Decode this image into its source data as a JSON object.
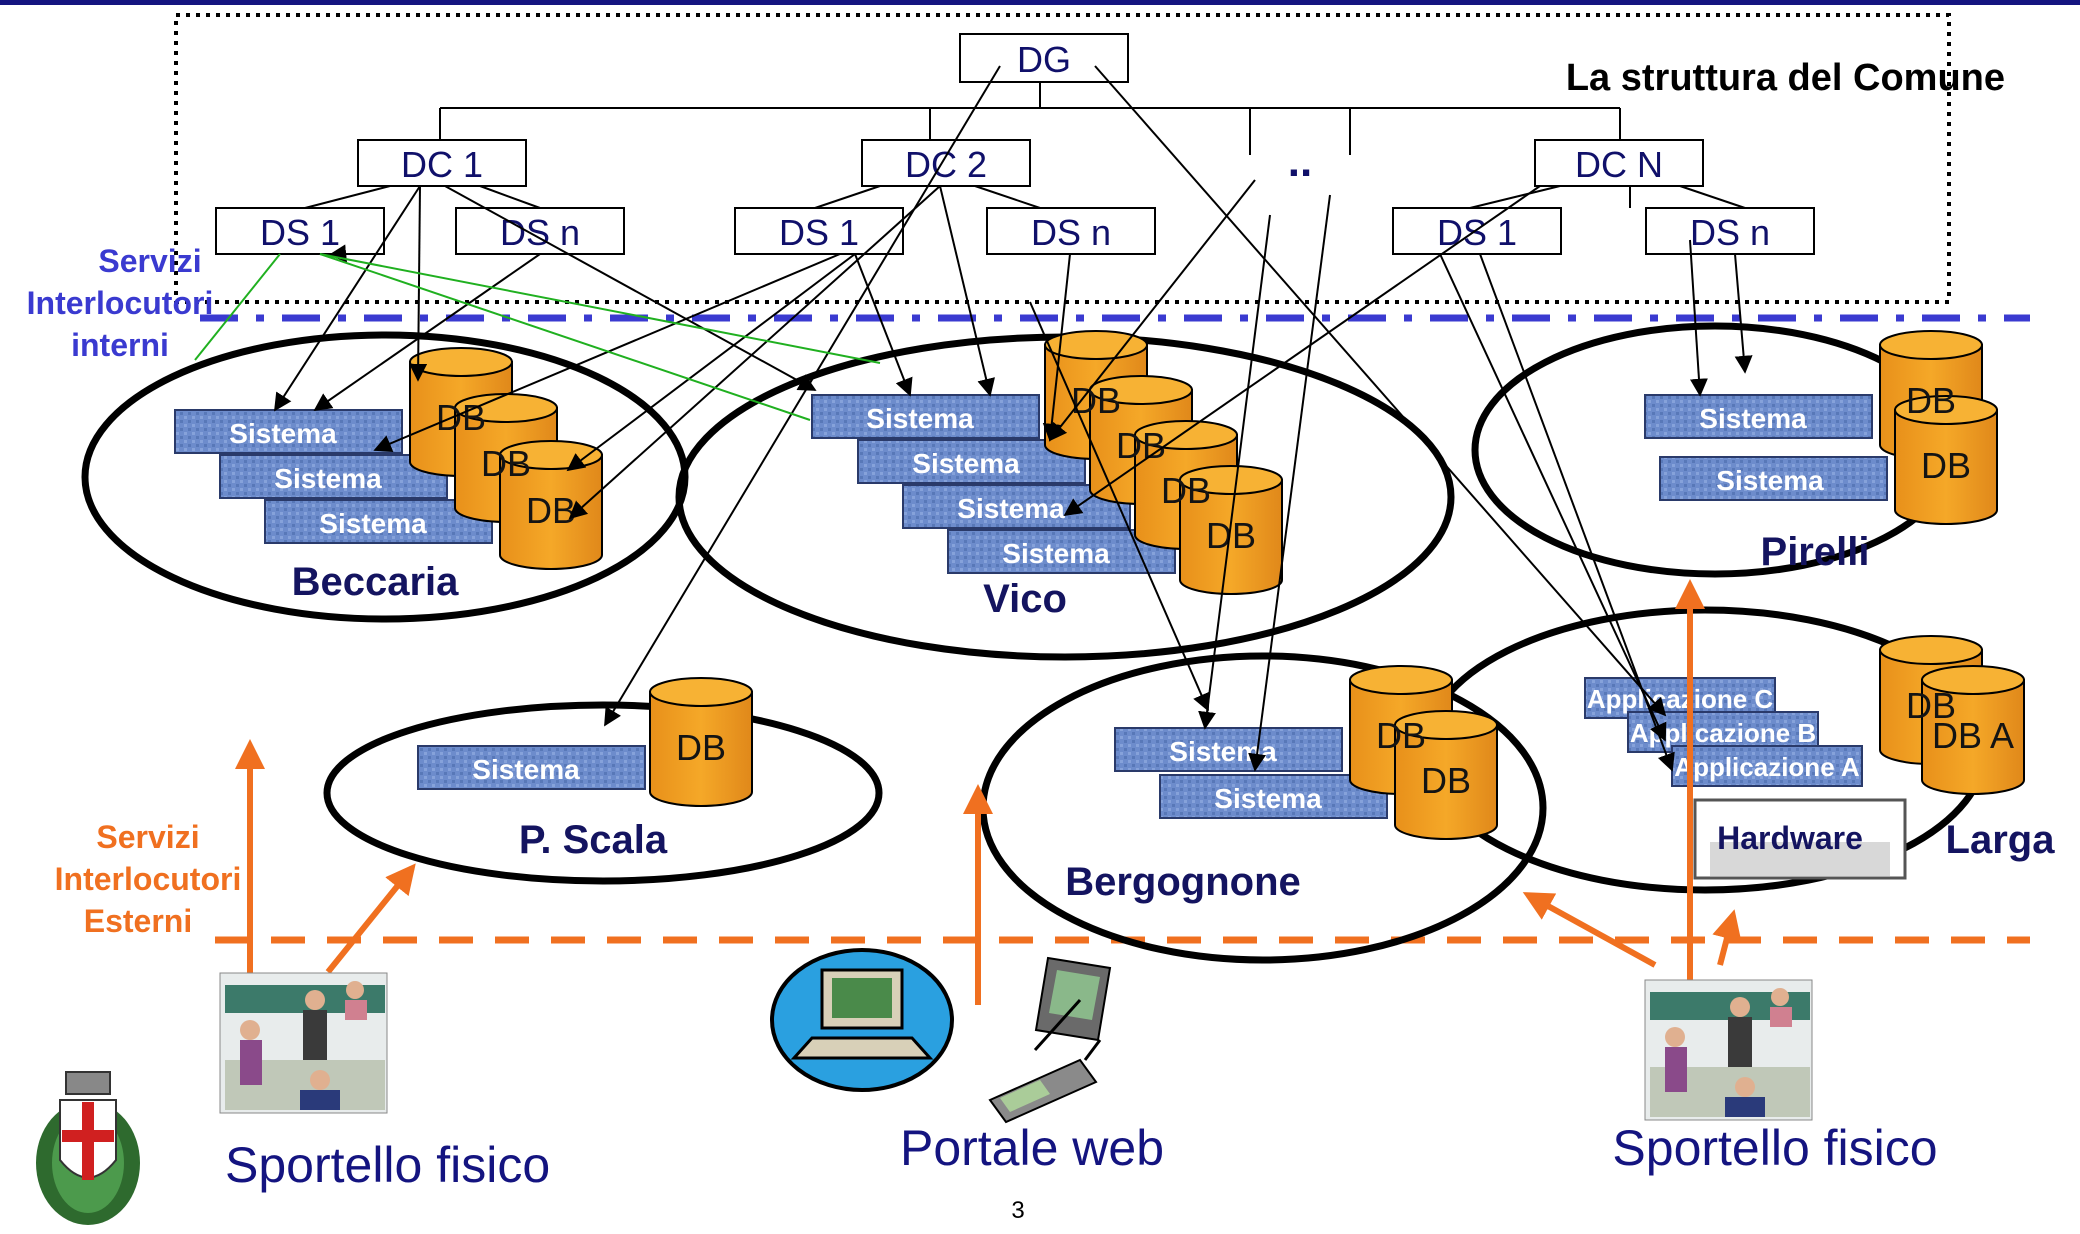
{
  "title": "La struttura del Comune",
  "boxes": {
    "dg": "DG",
    "dc1": "DC 1",
    "dc2": "DC 2",
    "dcn": "DC N",
    "dots": "..",
    "ds1_a": "DS 1",
    "dsn_a": "DS n",
    "ds1_b": "DS 1",
    "dsn_b": "DS n",
    "ds1_c": "DS 1",
    "dsn_c": "DS n"
  },
  "labels": {
    "internal": [
      "Servizi",
      "Interlocutori",
      "interni"
    ],
    "external": [
      "Servizi",
      "Interlocutori",
      "Esterni"
    ]
  },
  "sites": {
    "beccaria": "Beccaria",
    "vico": "Vico",
    "pirelli": "Pirelli",
    "pscala": "P. Scala",
    "bergognone": "Bergognone",
    "larga": "Larga"
  },
  "system_label": "Sistema",
  "db_label": "DB",
  "apps": {
    "c": "Applicazione C",
    "b": "Applicazione B",
    "a": "Applicazione A",
    "db_a": "DB A",
    "hardware": "Hardware"
  },
  "channels": {
    "left": "Sportello fisico",
    "center": "Portale web",
    "right": "Sportello fisico"
  },
  "page_number": "3",
  "colors": {
    "navy": "#141480",
    "internal_line": "#3a3ad0",
    "external_line": "#f07020",
    "db_fill": "#f2a020",
    "system_fill": "#6f8fcf"
  },
  "icons": [
    "coat-of-arms-icon",
    "counter-clerk-icon",
    "computer-icon",
    "pda-icon",
    "mobile-phone-icon"
  ]
}
